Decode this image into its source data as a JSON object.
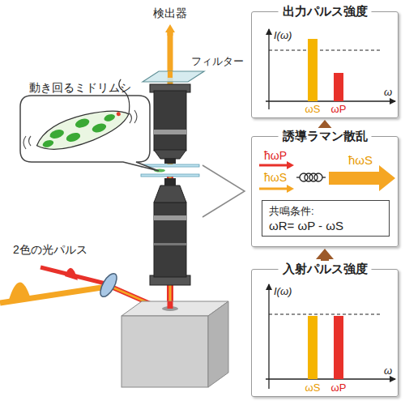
{
  "diagram": {
    "nodes": [
      {
        "text": [
          "出力パルス強度"
        ]
      },
      {
        "text": [
          "誘導ラマン散乱"
        ]
      },
      {
        "text": [
          "共鳴条件:",
          "ωR= ωP - ωS"
        ],
        "in": 1
      },
      {
        "text": [
          "入射パルス強度"
        ]
      }
    ],
    "edges": [
      {
        "from": 3,
        "to": 1,
        "arrow": "to"
      },
      {
        "from": 1,
        "to": 0,
        "arrow": "to"
      }
    ],
    "labels": [
      "検出器",
      "フィルター",
      "動き回るミドリムシ",
      "2色の光パルス",
      "I(ω)",
      "ωS",
      "ωP",
      "ω",
      "ħωP",
      "ħωS",
      "ħωS",
      "I(ω)",
      "ωS",
      "ωP",
      "ω"
    ]
  }
}
